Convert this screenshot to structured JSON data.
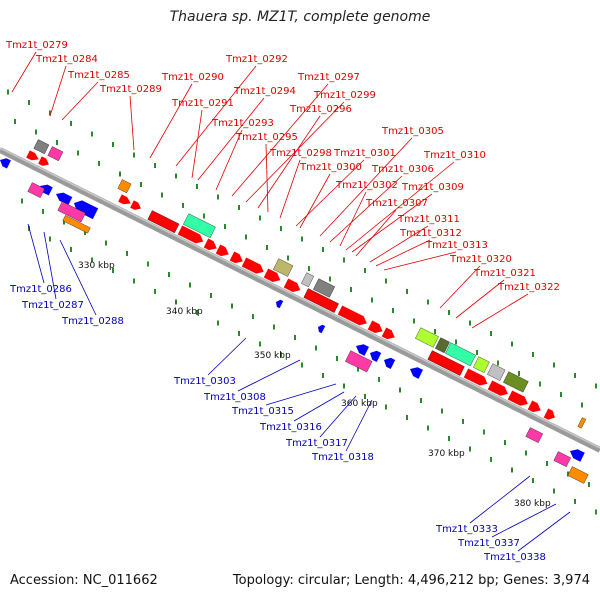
{
  "title": "Thauera sp. MZ1T, complete genome",
  "footer": {
    "accession": "Accession: NC_011662",
    "summary": "Topology: circular; Length: 4,496,212 bp; Genes: 3,974"
  },
  "colors": {
    "forward_label": "#e00000",
    "reverse_label": "#0000c0",
    "forward_gene": "#ff0000",
    "reverse_gene": "#0000ff",
    "backbone": "#9a9a9a",
    "tick": "#2a8a2a"
  },
  "scale_labels": [
    "330 kbp",
    "340 kbp",
    "350 kbp",
    "360 kbp",
    "370 kbp",
    "380 kbp"
  ],
  "top_labels": [
    "Tmz1t_0279",
    "Tmz1t_0284",
    "Tmz1t_0285",
    "Tmz1t_0289",
    "Tmz1t_0290",
    "Tmz1t_0292",
    "Tmz1t_0291",
    "Tmz1t_0294",
    "Tmz1t_0293",
    "Tmz1t_0297",
    "Tmz1t_0299",
    "Tmz1t_0296",
    "Tmz1t_0295",
    "Tmz1t_0298",
    "Tmz1t_0301",
    "Tmz1t_0300",
    "Tmz1t_0305",
    "Tmz1t_0306",
    "Tmz1t_0310",
    "Tmz1t_0302",
    "Tmz1t_0309",
    "Tmz1t_0307",
    "Tmz1t_0311",
    "Tmz1t_0312",
    "Tmz1t_0313",
    "Tmz1t_0320",
    "Tmz1t_0321",
    "Tmz1t_0322"
  ],
  "bottom_labels": [
    "Tmz1t_0286",
    "Tmz1t_0287",
    "Tmz1t_0288",
    "Tmz1t_0303",
    "Tmz1t_0308",
    "Tmz1t_0315",
    "Tmz1t_0316",
    "Tmz1t_0317",
    "Tmz1t_0318",
    "Tmz1t_0333",
    "Tmz1t_0337",
    "Tmz1t_0338"
  ]
}
